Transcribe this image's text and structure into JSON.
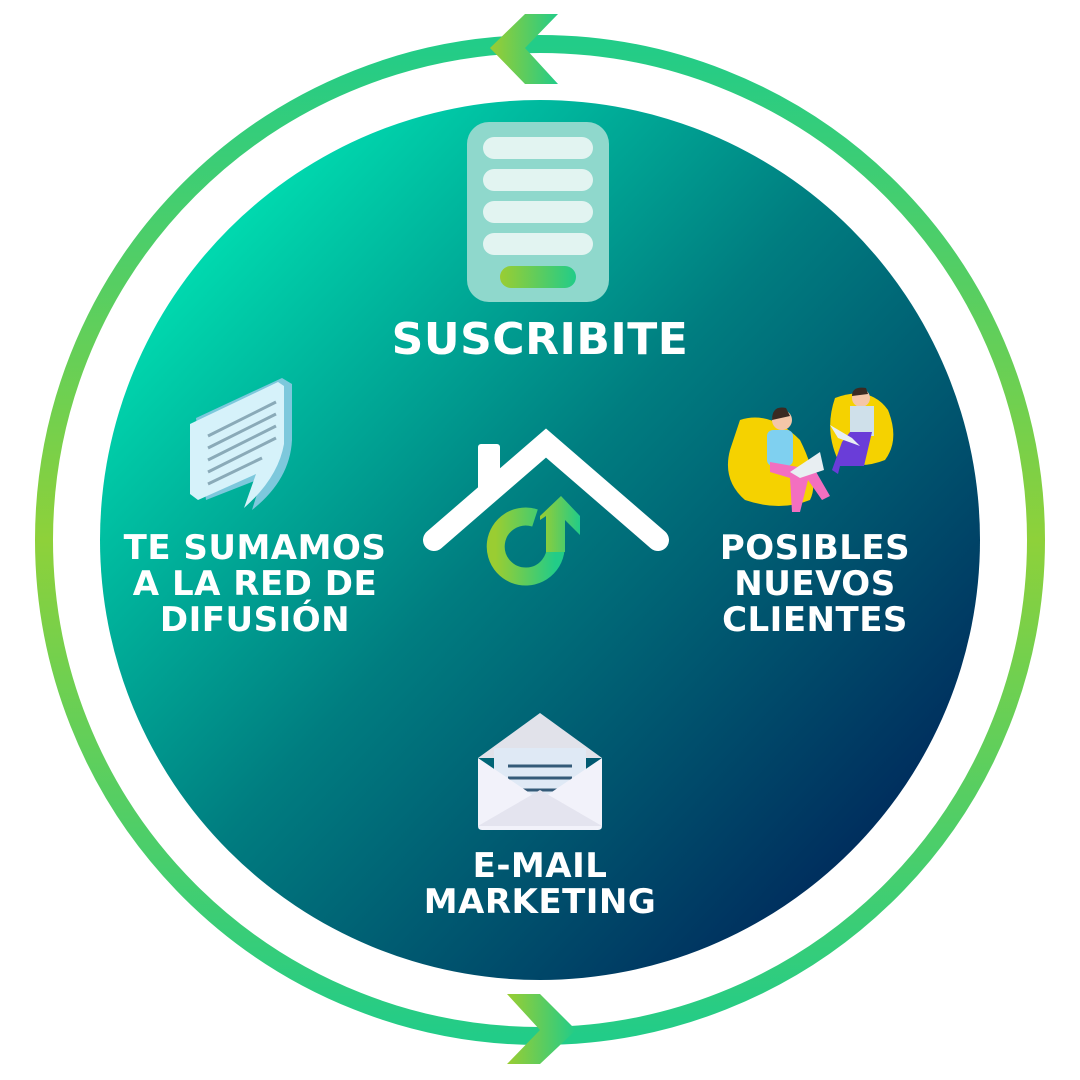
{
  "steps": {
    "top": {
      "lines": [
        "SUSCRIBITE"
      ]
    },
    "right": {
      "lines": [
        "POSIBLES",
        "NUEVOS",
        "CLIENTES"
      ]
    },
    "bottom": {
      "lines": [
        "E-MAIL",
        "MARKETING"
      ]
    },
    "left": {
      "lines": [
        "TE SUMAMOS",
        "A LA RED DE",
        "DIFUSIÓN"
      ]
    }
  },
  "colors": {
    "ring_green": "#2ecc8a",
    "ring_lime": "#9acd32",
    "inner_teal": "#00d4aa",
    "inner_navy": "#002a5c",
    "text": "#ffffff"
  },
  "icons": [
    "form-icon",
    "people-icon",
    "envelope-icon",
    "speech-bubble-icon",
    "house-logo-icon",
    "cycle-arrow-icon"
  ]
}
